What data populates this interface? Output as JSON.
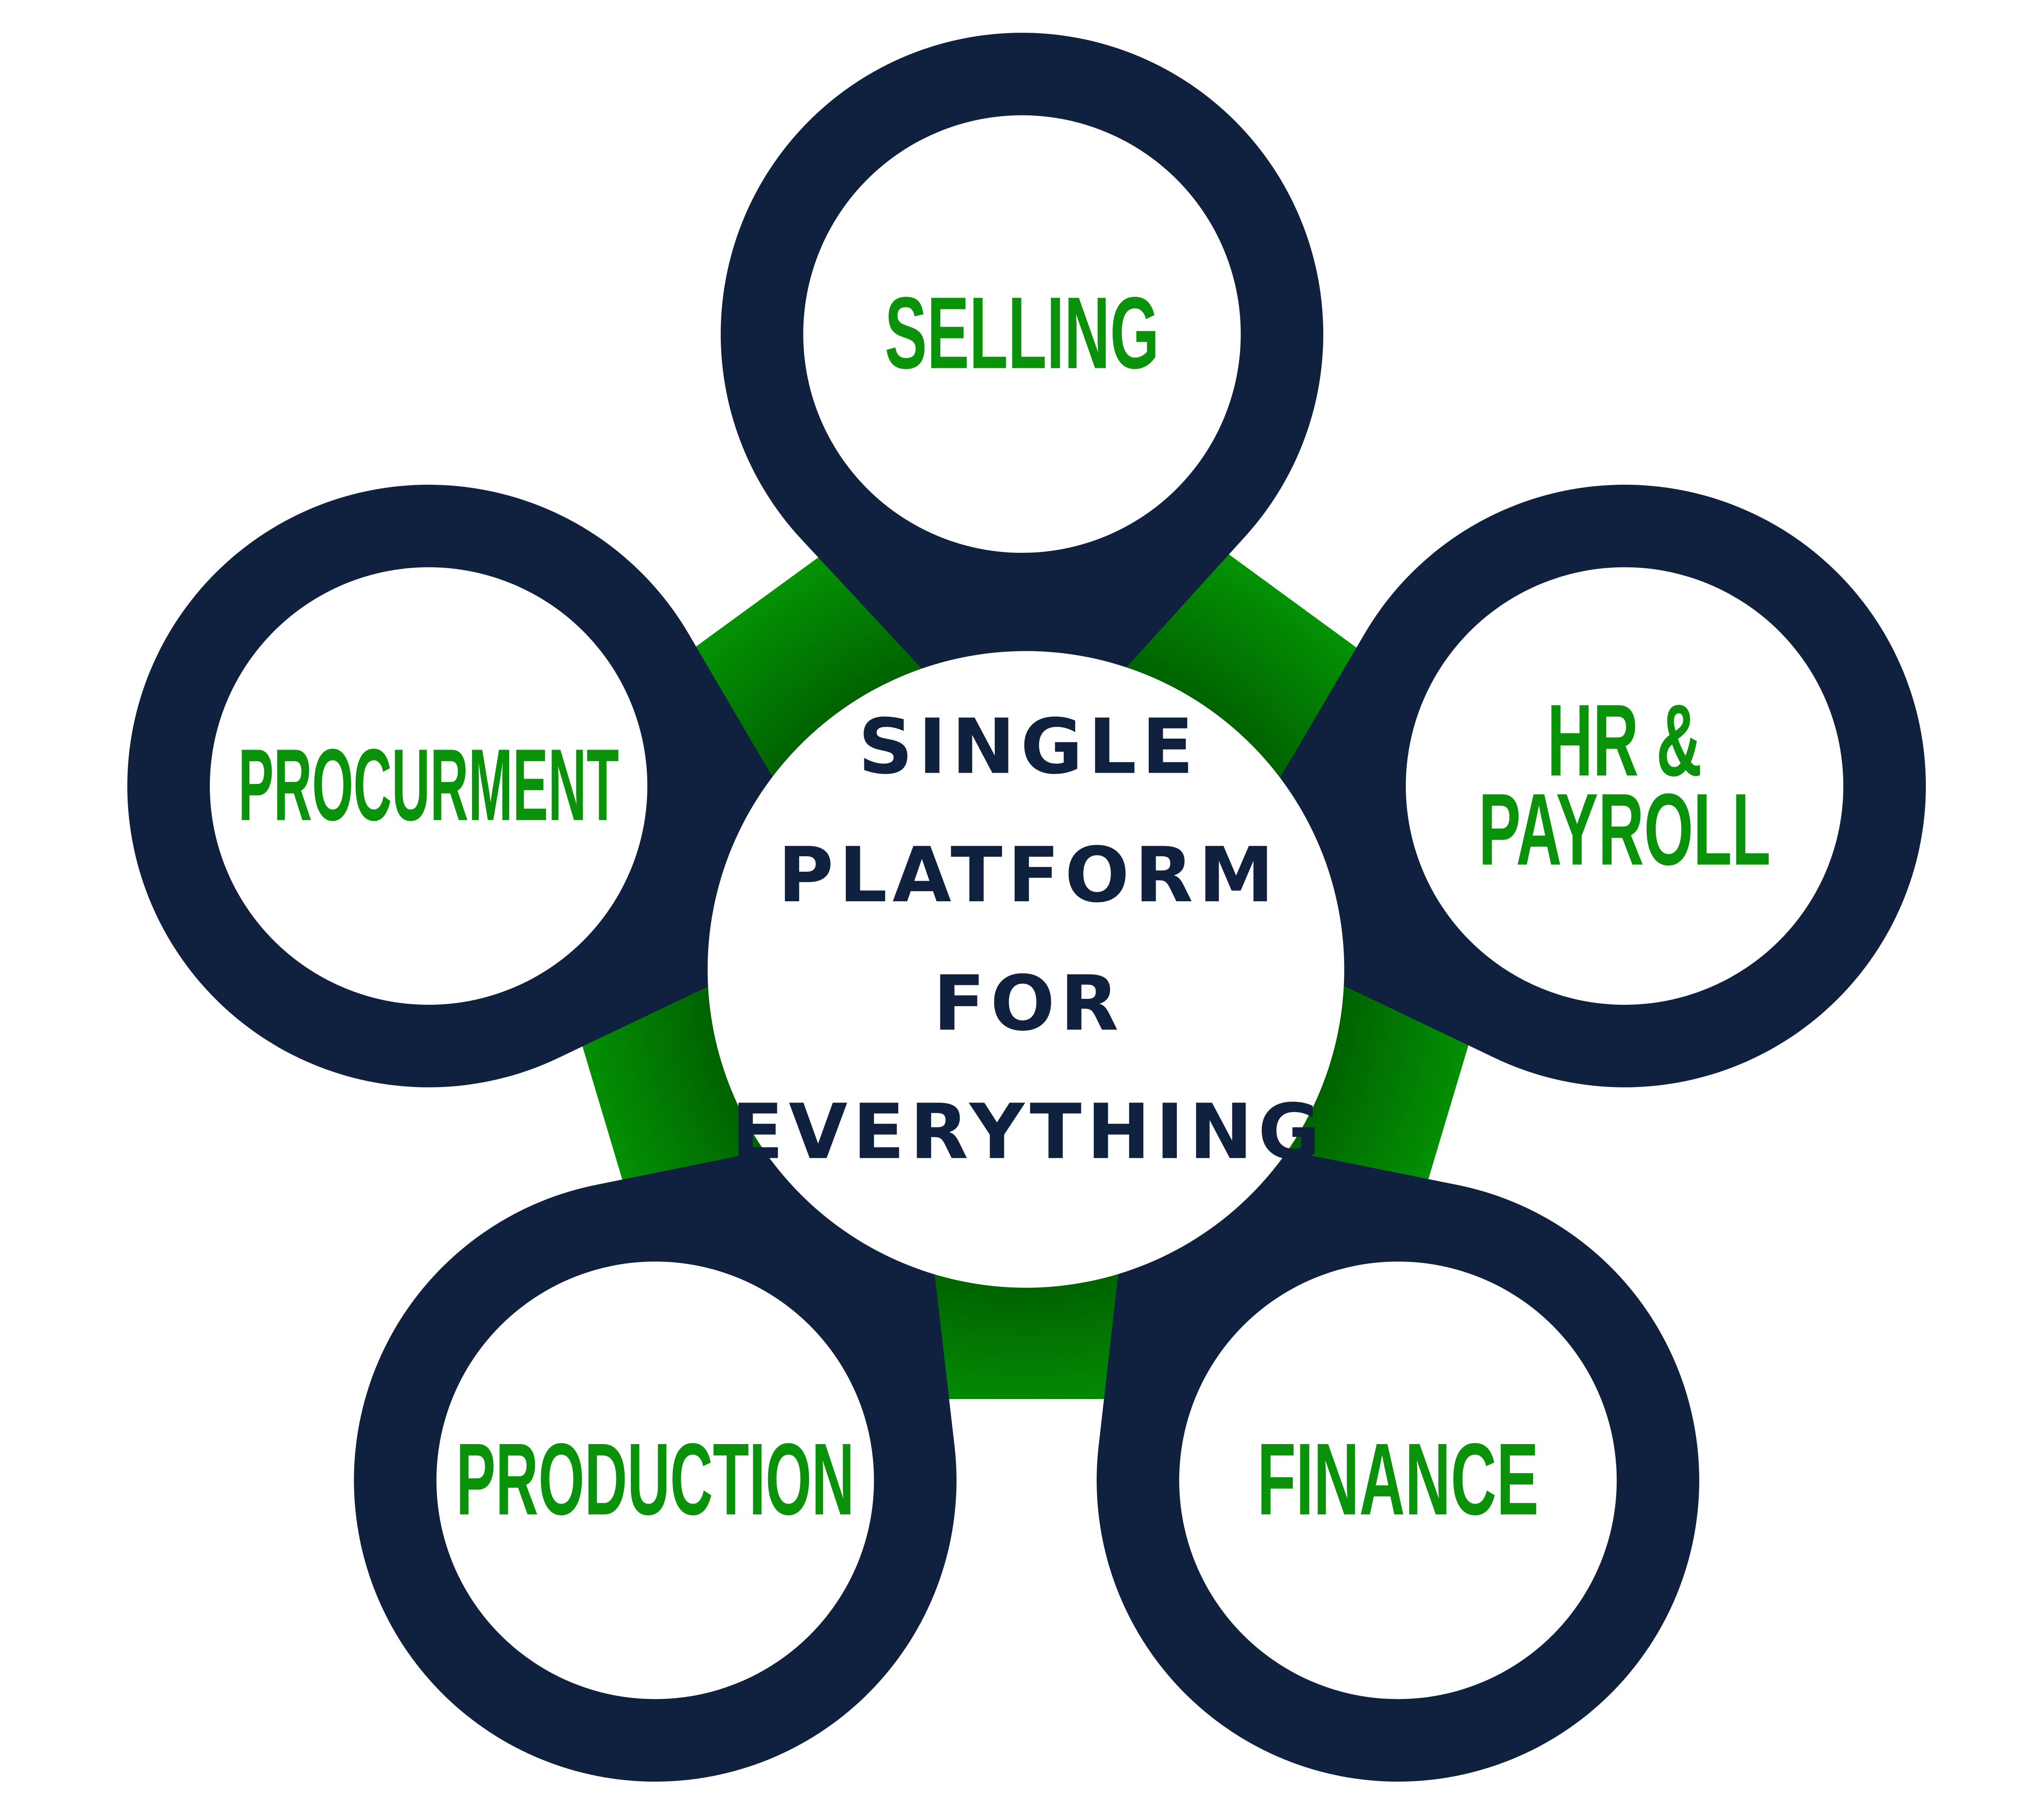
{
  "center": {
    "lines": [
      "SINGLE",
      "PLATFORM",
      "FOR",
      "EVERYTHING"
    ]
  },
  "modules": [
    {
      "id": "selling",
      "lines": [
        "SELLING"
      ]
    },
    {
      "id": "hr-payroll",
      "lines": [
        "HR &",
        "PAYROLL"
      ]
    },
    {
      "id": "finance",
      "lines": [
        "FINANCE"
      ]
    },
    {
      "id": "production",
      "lines": [
        "PRODUCTION"
      ]
    },
    {
      "id": "procurement",
      "lines": [
        "PROCURMENT"
      ]
    }
  ],
  "colors": {
    "navy": "#10213f",
    "green": "#049404",
    "label_green": "#0a920a",
    "white": "#ffffff"
  }
}
